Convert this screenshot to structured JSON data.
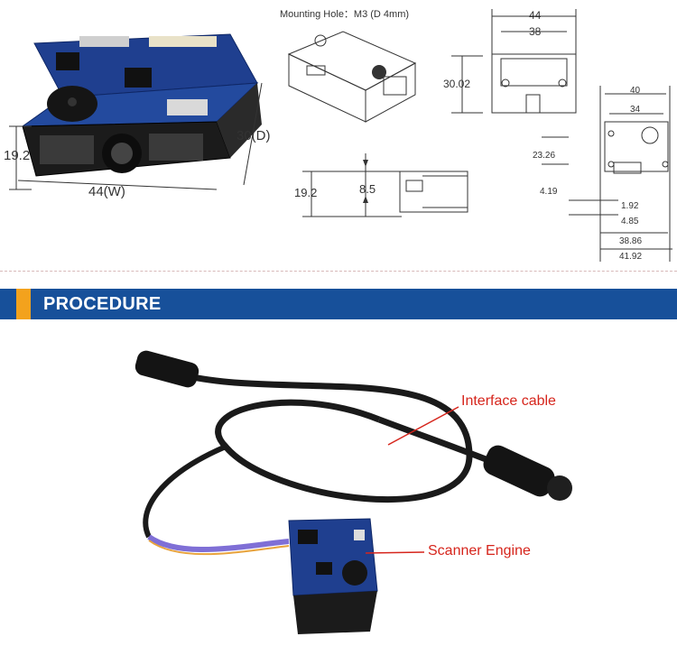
{
  "top": {
    "photo_dims": {
      "height": "19.2",
      "width": "44(W)",
      "depth": "30(D)"
    },
    "mounting_hole": "Mounting Hole：M3 (D 4mm)",
    "side_view": {
      "height": "19.2",
      "offset": "8.5"
    },
    "front_view": {
      "width_outer": "44",
      "width_inner": "38",
      "height": "30.02"
    },
    "bottom_view": {
      "width_outer": "40",
      "width_inner": "34",
      "v1": "23.26",
      "v2": "4.19",
      "h1": "1.92",
      "h2": "4.85",
      "h3": "38.86",
      "h4": "41.92"
    }
  },
  "section_title": "PROCEDURE",
  "callouts": {
    "cable": "Interface cable",
    "engine": "Scanner Engine"
  },
  "colors": {
    "banner": "#17509a",
    "accent": "#f3a21d",
    "callout": "#d6251c",
    "pcb": "#1f3f8f"
  }
}
